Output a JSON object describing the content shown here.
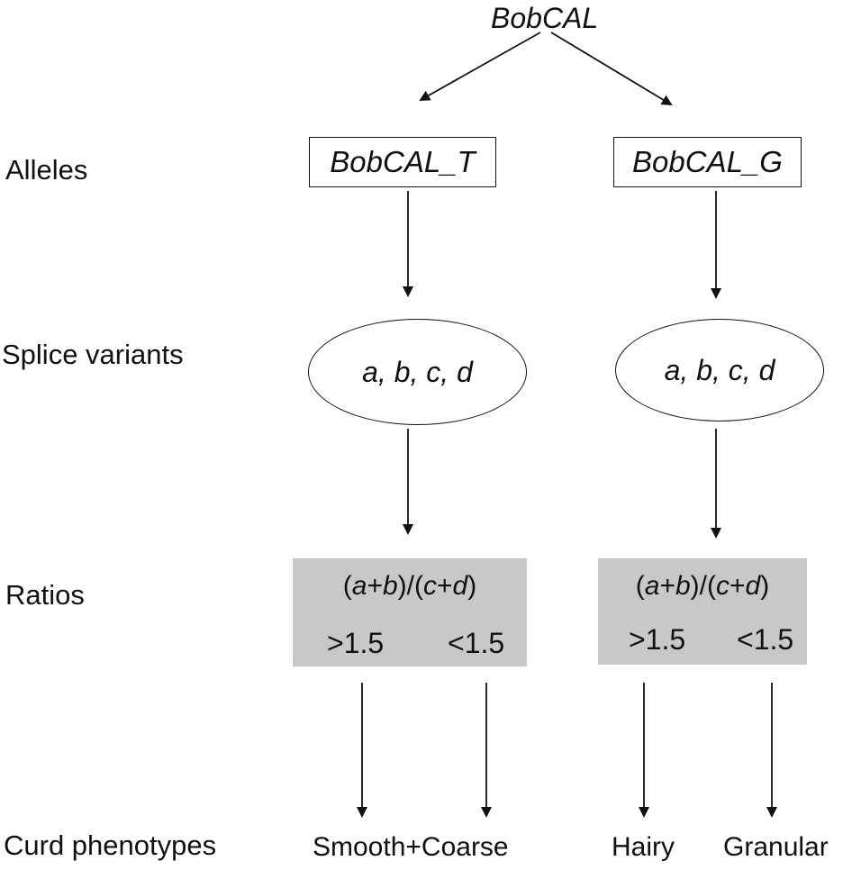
{
  "root": {
    "gene": "BobCAL"
  },
  "row_labels": {
    "alleles": "Alleles",
    "splice_variants": "Splice variants",
    "ratios": "Ratios",
    "curd_phenotypes": "Curd phenotypes"
  },
  "alleles": [
    {
      "name": "BobCAL_T"
    },
    {
      "name": "BobCAL_G"
    }
  ],
  "splice_variants": [
    {
      "text": "a, b, c, d"
    },
    {
      "text": "a, b, c, d"
    }
  ],
  "ratios": [
    {
      "num_a": "a",
      "plus1": "+",
      "num_b": "b",
      "sep": ")/(",
      "den_c": "c",
      "plus2": "+",
      "den_d": "d",
      "open": "(",
      "close": ")",
      "high": ">1.5",
      "low": "<1.5"
    },
    {
      "num_a": "a",
      "plus1": "+",
      "num_b": "b",
      "sep": ")/(",
      "den_c": "c",
      "plus2": "+",
      "den_d": "d",
      "open": "(",
      "close": ")",
      "high": ">1.5",
      "low": "<1.5"
    }
  ],
  "phenotypes": {
    "t_allele": "Smooth+Coarse",
    "g_high": "Hairy",
    "g_low": "Granular"
  },
  "colors": {
    "ratio_panel": "#c8c8c8",
    "stroke": "#111111"
  }
}
